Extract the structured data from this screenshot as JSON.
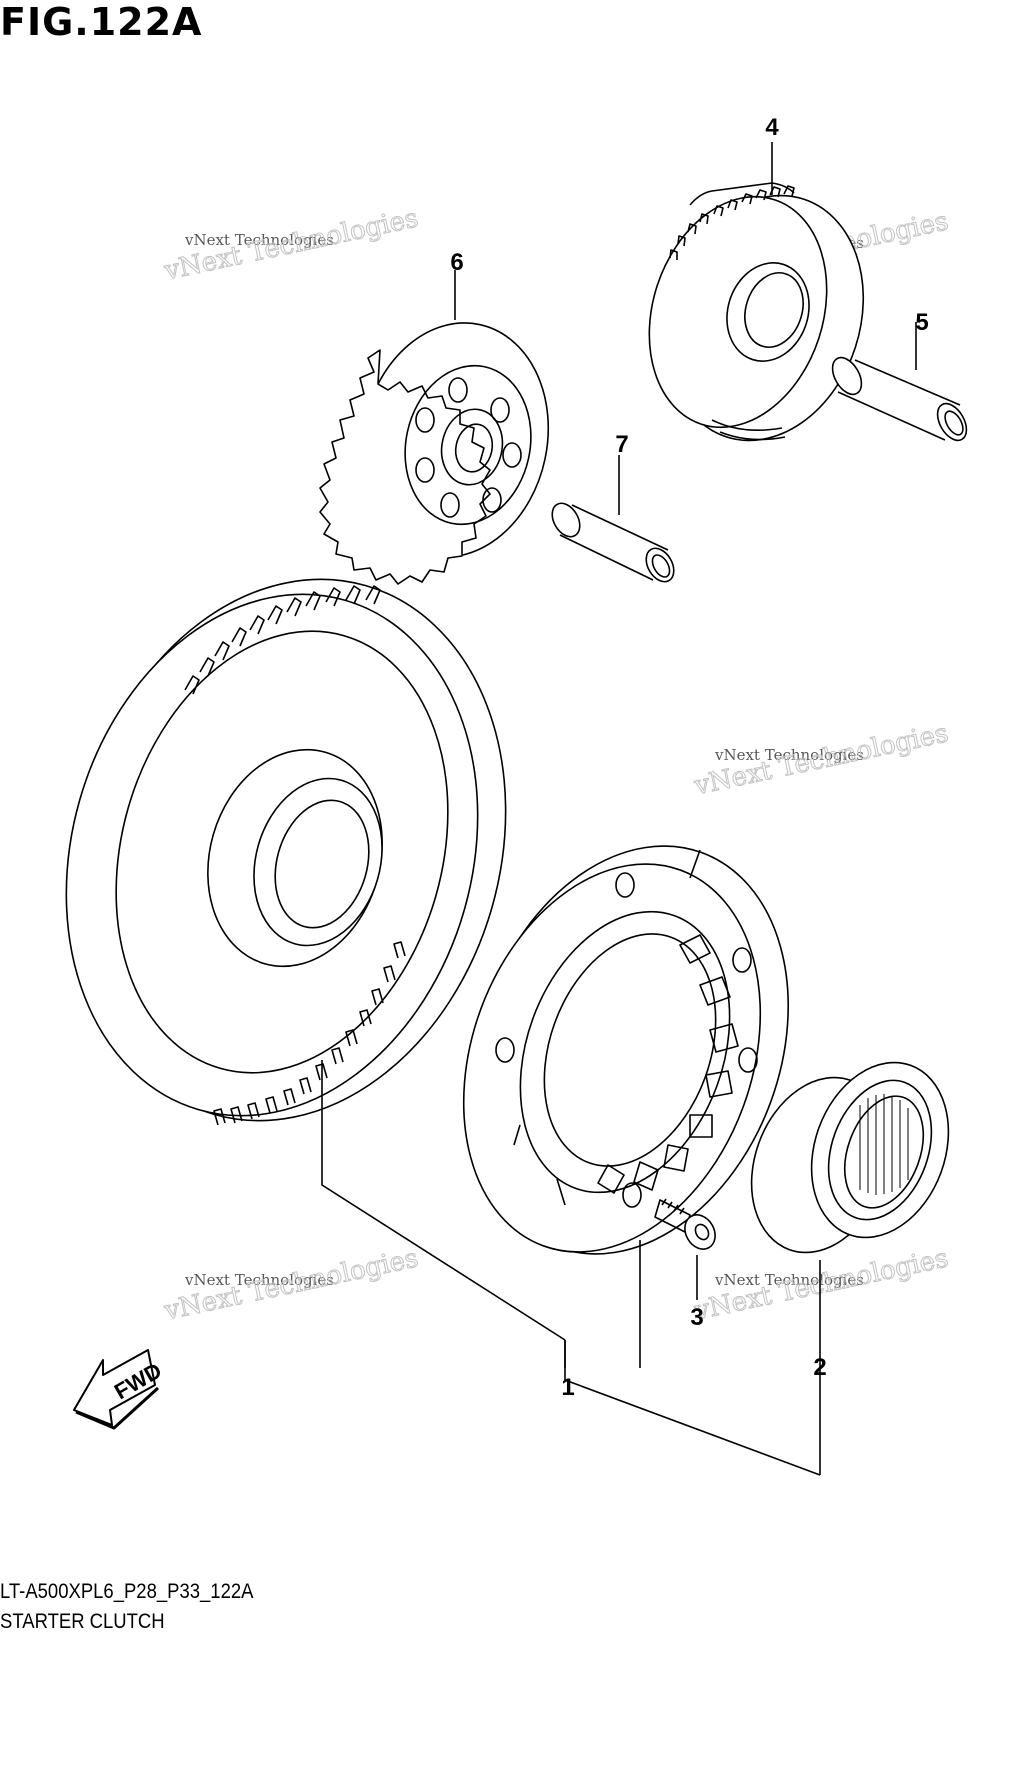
{
  "figure": {
    "title": "FIG.122A",
    "model_code": "LT-A500XPL6_P28_P33_122A",
    "section_name": "STARTER CLUTCH"
  },
  "callouts": [
    "1",
    "2",
    "3",
    "4",
    "5",
    "6",
    "7"
  ],
  "watermark": {
    "line1": "vNext Technologies",
    "line2": "vNext Technologies"
  },
  "direction_arrow": {
    "label": "FWD"
  },
  "colors": {
    "line": "#000000",
    "background": "#ffffff",
    "watermark": "#bdbdbd"
  }
}
